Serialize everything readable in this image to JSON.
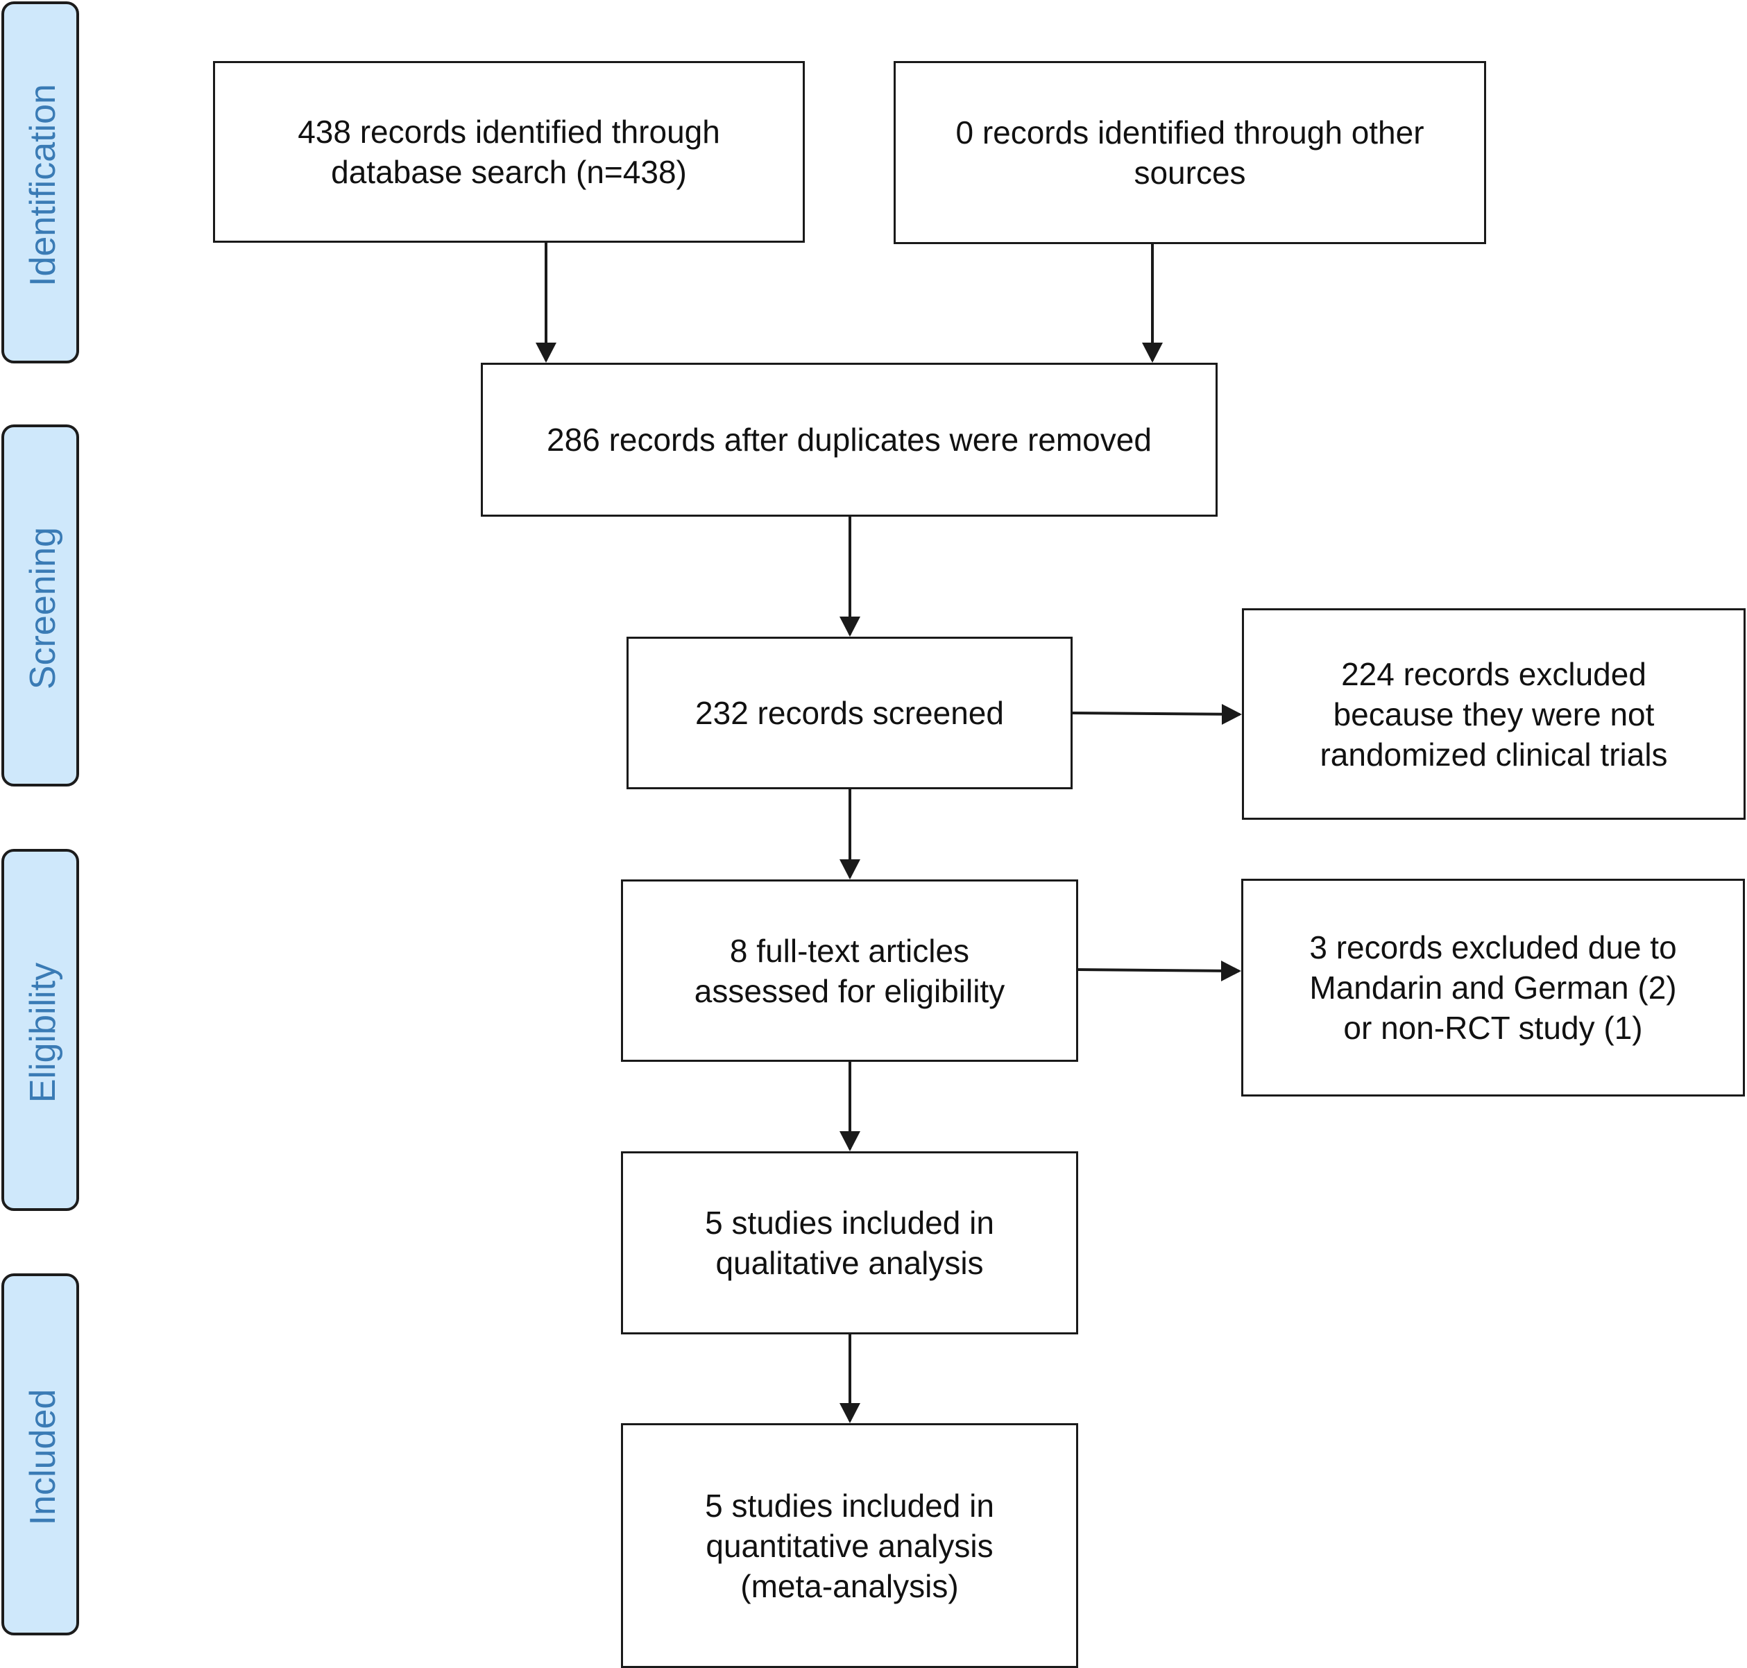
{
  "phases": {
    "identification": "Identification",
    "screening": "Screening",
    "eligibility": "Eligibility",
    "included": "Included"
  },
  "boxes": {
    "database_search": "438 records identified through\ndatabase search (n=438)",
    "other_sources": "0 records identified through other\nsources",
    "duplicates_removed": "286 records after duplicates were removed",
    "records_screened": "232 records screened",
    "excluded_not_rct": "224 records excluded\nbecause they were not\nrandomized clinical trials",
    "fulltext_assessed": "8 full-text articles\nassessed for eligibility",
    "excluded_language": "3 records excluded due to\nMandarin and German (2)\nor non-RCT study (1)",
    "qualitative": "5 studies included in\nqualitative analysis",
    "quantitative": "5 studies included in\nquantitative analysis\n(meta-analysis)"
  },
  "colors": {
    "phase_fill": "#cfe8fb",
    "phase_text": "#3a7bb5",
    "line": "#1a1a1a"
  }
}
